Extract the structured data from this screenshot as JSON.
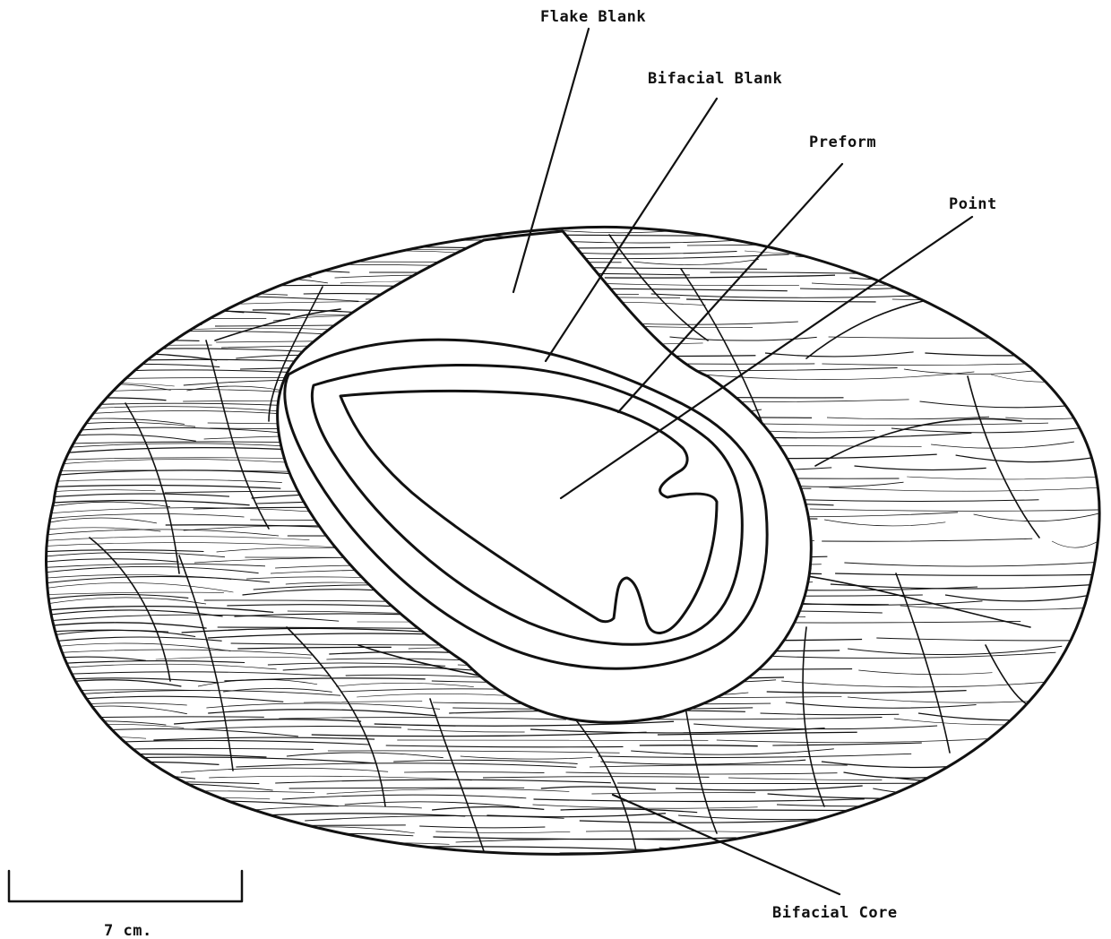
{
  "diagram": {
    "labels": {
      "flake_blank": "Flake Blank",
      "bifacial_blank": "Bifacial Blank",
      "preform": "Preform",
      "point": "Point",
      "bifacial_core": "Bifacial Core"
    },
    "scale_bar": {
      "label": "7 cm."
    },
    "colors": {
      "ink": "#111111",
      "paper": "#ffffff"
    }
  }
}
